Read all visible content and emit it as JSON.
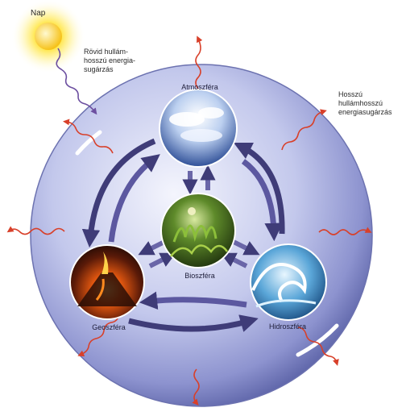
{
  "labels": {
    "sun": "Nap",
    "shortwave": "Rövid hullám-\nhosszú energia-\nsugárzás",
    "longwave": "Hosszú\nhullámhosszú\nenergiasugárzás",
    "atmosphere": "Atmoszféra",
    "biosphere": "Bioszféra",
    "geosphere": "Geoszféra",
    "hydrosphere": "Hidroszféra"
  },
  "colors": {
    "sphere_light": "#eef0fb",
    "sphere_mid": "#a9b0e0",
    "sphere_dark": "#5d64a8",
    "arrow_dark": "#3f3c78",
    "arrow_light": "#8a86c0",
    "radiation_red": "#d8402a",
    "shortwave_purple": "#6c4fa0",
    "sun_core": "#ffe64a",
    "sun_glow": "#fff7b0"
  }
}
